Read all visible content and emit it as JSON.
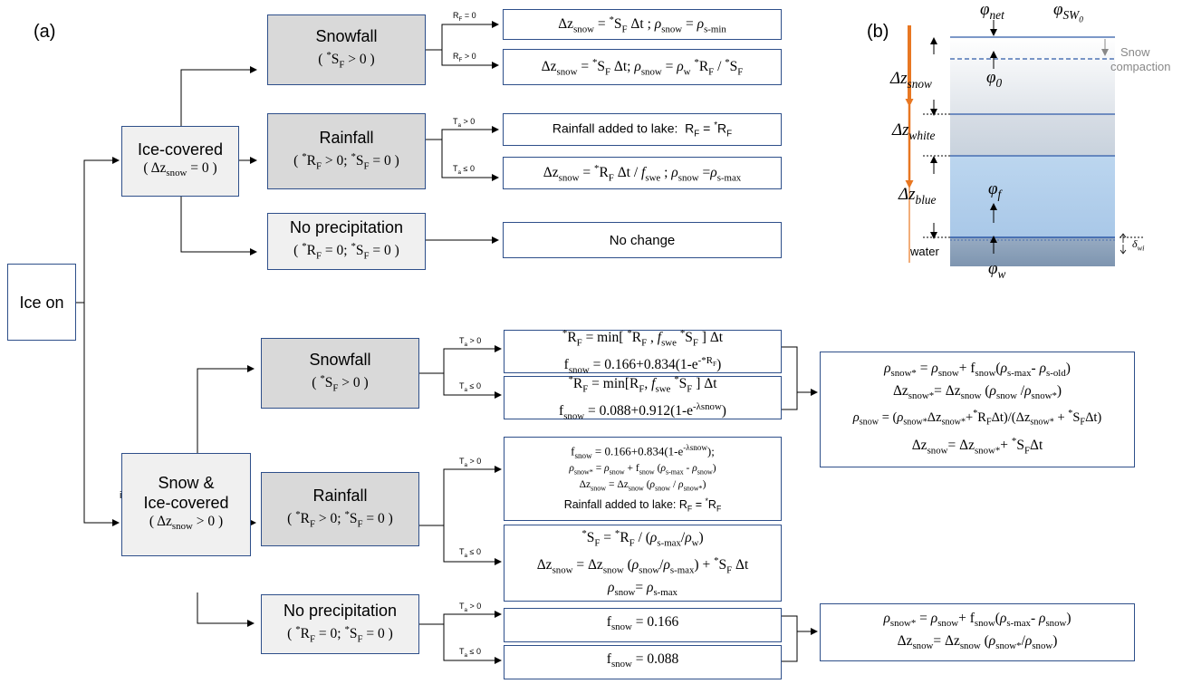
{
  "panel_a_label": "(a)",
  "panel_b_label": "(b)",
  "root": {
    "label": "Ice on"
  },
  "ice_covered": {
    "title": "Ice-covered",
    "cond": "( Δz_snow = 0 )"
  },
  "snow_ice_covered": {
    "title1": "Snow &",
    "title2": "Ice-covered",
    "cond": "( Δz_snow > 0 )",
    "marker": "i"
  },
  "ic_snowfall": {
    "title": "Snowfall",
    "cond": "( *S_F > 0 )"
  },
  "ic_rainfall": {
    "title": "Rainfall",
    "cond": "( *R_F > 0; *S_F = 0 )"
  },
  "ic_noprecip": {
    "title": "No precipitation",
    "cond": "( *R_F = 0; *S_F = 0 )"
  },
  "sic_snowfall": {
    "title": "Snowfall",
    "cond": "( *S_F > 0 )"
  },
  "sic_rainfall": {
    "title": "Rainfall",
    "cond": "( *R_F > 0; *S_F = 0 )"
  },
  "sic_noprecip": {
    "title": "No precipitation",
    "cond": "( *R_F = 0; *S_F = 0 )"
  },
  "branch_labels": {
    "rf_eq0": "R_F = 0",
    "rf_gt0": "R_F > 0",
    "ta_gt0": "T_a > 0",
    "ta_le0": "T_a ≤ 0"
  },
  "outputs": {
    "o1": "Δz_snow = *S_F Δt ; ρ_snow = ρ_s-min",
    "o2": "Δz_snow = *S_F Δt; ρ_snow = ρ_w *R_F / *S_F",
    "o3": "Rainfall added to lake:  R_F = *R_F",
    "o4": "Δz_snow = *R_F Δt / f_swe ; ρ_snow = ρ_s-max",
    "o5": "No change",
    "o6a": "*R_F = min[ *R_F , f_swe *S_F ] Δt",
    "o6b": "f_snow = 0.166+0.834(1-e^-*R_F)",
    "o7a": "*R_F = min[R_F, f_swe *S_F ] Δt",
    "o7b": "f_snow = 0.088+0.912(1-e^-λsnow)",
    "o8a": "f_snow = 0.166+0.834(1-e^-λsnow);",
    "o8b": "ρ_snow* = ρ_snow + f_snow (ρ_s-max - ρ_snow)",
    "o8c": "Δz_snow = Δz_snow (ρ_snow / ρ_snow*)",
    "o8d": "Rainfall added to lake: R_F = *R_F",
    "o9a": "*S_F = *R_F / (ρ_s-max/ρ_w)",
    "o9b": "Δz_snow = Δz_snow (ρ_snow/ρ_s-max) + *S_F Δt",
    "o9c": "ρ_snow = ρ_s-max",
    "o10": "f_snow = 0.166",
    "o11": "f_snow = 0.088",
    "r1a": "ρ_snow* = ρ_snow + f_snow(ρ_s-max - ρ_s-old)",
    "r1b": "Δz_snow* = Δz_snow (ρ_snow /ρ_snow*)",
    "r1c": "ρ_snow = (ρ_snow*Δz_snow* + *R_FΔt)/(Δz_snow* + *S_FΔt)",
    "r1d": "Δz_snow = Δz_snow* + *S_FΔt",
    "r2a": "ρ_snow* = ρ_snow + f_snow(ρ_s-max - ρ_snow)",
    "r2b": "Δz_snow = Δz_snow (ρ_snow* /ρ_snow)"
  },
  "panel_b": {
    "phi_net": "φ_net",
    "phi_sw0": "φ_SW0",
    "phi_0": "φ_0",
    "phi_f": "φ_f",
    "phi_w": "φ_w",
    "dz_snow": "Δz_snow",
    "dz_white": "Δz_white",
    "dz_blue": "Δz_blue",
    "delta_wi": "δ_wi",
    "water": "water",
    "snow_compaction_1": "Snow",
    "snow_compaction_2": "compaction",
    "colors": {
      "orange": "#e87722",
      "blue_line": "#2e5aa8",
      "blue_ice": "#b9d3ee",
      "water": "#8ea3bd"
    }
  }
}
